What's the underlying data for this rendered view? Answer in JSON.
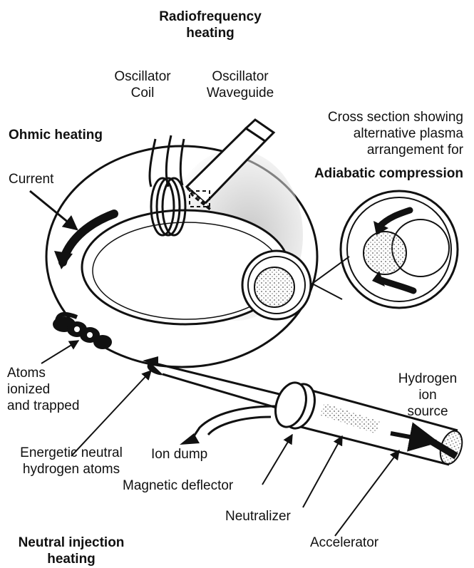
{
  "labels": {
    "rf_heading": "Radiofrequency\nheating",
    "osc_coil": "Oscillator\nCoil",
    "osc_waveguide": "Oscillator\nWaveguide",
    "ohmic_heating": "Ohmic heating",
    "current": "Current",
    "cross_section": "Cross section showing\nalternative plasma\narrangement for",
    "adiabatic": "Adiabatic compression",
    "atoms_trapped": "Atoms\nionized\nand trapped",
    "hydrogen_source": "Hydrogen\nion\nsource",
    "energetic_atoms": "Energetic neutral\nhydrogen atoms",
    "ion_dump": "Ion dump",
    "magnetic_deflector": "Magnetic deflector",
    "neutralizer": "Neutralizer",
    "neutral_injection": "Neutral injection\nheating",
    "accelerator": "Accelerator"
  },
  "colors": {
    "ink": "#111111",
    "paper": "#ffffff",
    "shade": "#8a8a8a"
  }
}
